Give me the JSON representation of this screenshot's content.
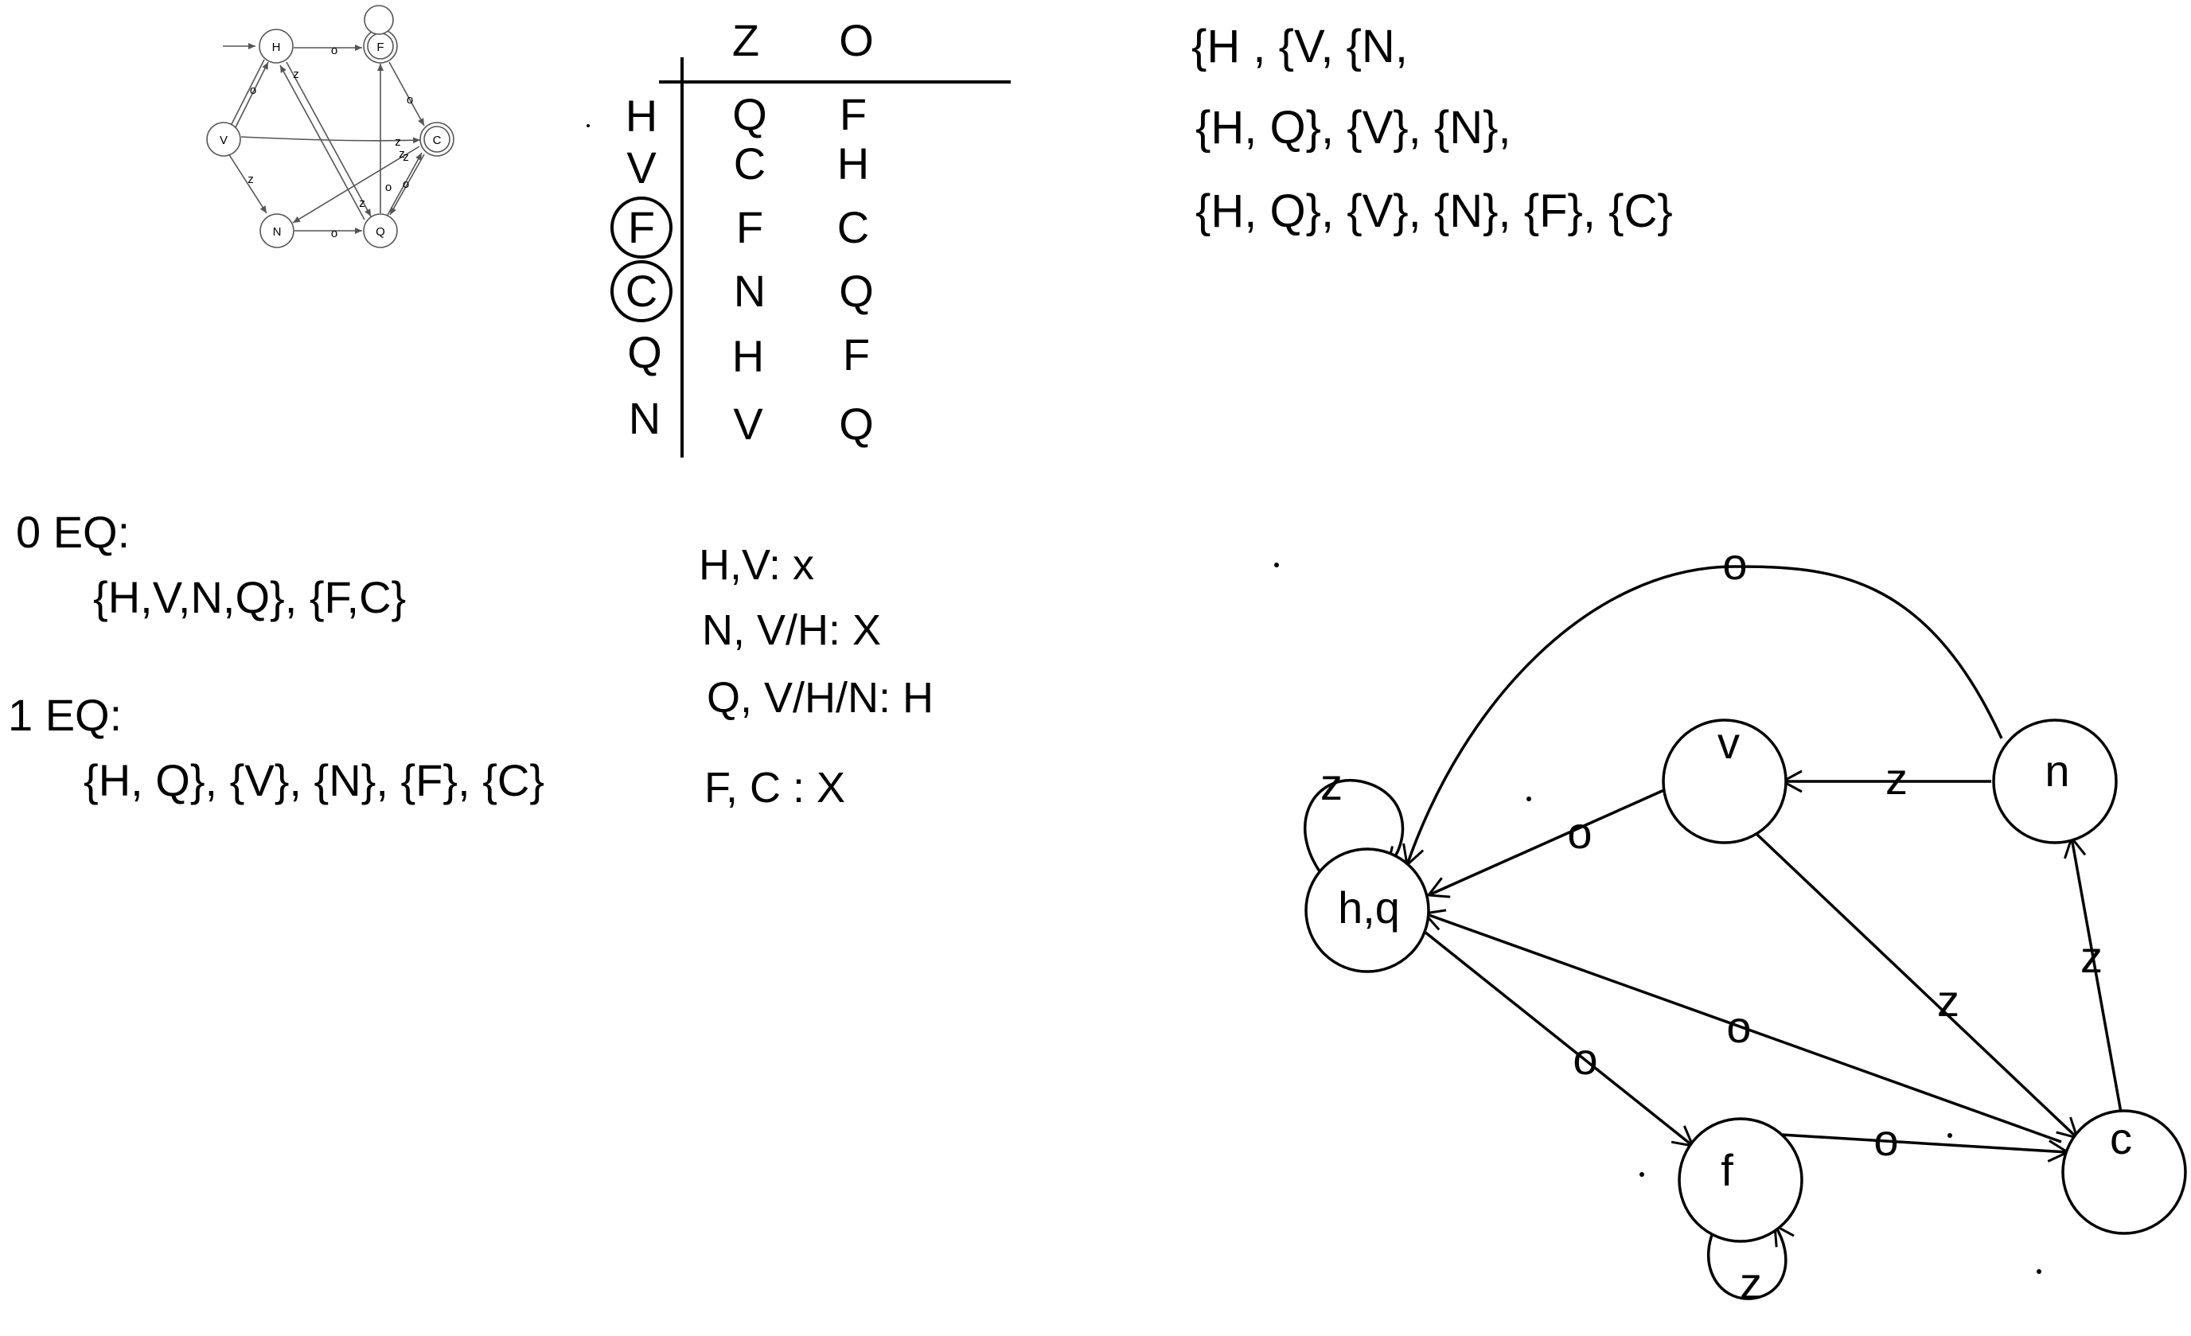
{
  "colors": {
    "ink": "#000000",
    "mini_ink": "#555555",
    "background": "#ffffff"
  },
  "mini_dfa": {
    "states": [
      {
        "id": "H",
        "label": "H",
        "start": true,
        "accepting": false
      },
      {
        "id": "F",
        "label": "F",
        "start": false,
        "accepting": true
      },
      {
        "id": "V",
        "label": "V",
        "start": false,
        "accepting": false
      },
      {
        "id": "C",
        "label": "C",
        "start": false,
        "accepting": true
      },
      {
        "id": "N",
        "label": "N",
        "start": false,
        "accepting": false
      },
      {
        "id": "Q",
        "label": "Q",
        "start": false,
        "accepting": false
      }
    ],
    "edge_labels": [
      "o",
      "o",
      "z",
      "z",
      "z",
      "z",
      "o",
      "o",
      "o",
      "o",
      "z",
      "z"
    ]
  },
  "table": {
    "columns": [
      "Z",
      "O"
    ],
    "rows": [
      {
        "state": "H",
        "z": "Q",
        "o": "F",
        "accepting": false
      },
      {
        "state": "V",
        "z": "C",
        "o": "H",
        "accepting": false
      },
      {
        "state": "F",
        "z": "F",
        "o": "C",
        "accepting": true
      },
      {
        "state": "C",
        "z": "N",
        "o": "Q",
        "accepting": true
      },
      {
        "state": "Q",
        "z": "H",
        "o": "F",
        "accepting": false
      },
      {
        "state": "N",
        "z": "V",
        "o": "Q",
        "accepting": false
      }
    ]
  },
  "partition_steps": [
    "{H , {V, {N,",
    "{H, Q}, {V}, {N},",
    "{H, Q}, {V}, {N}, {F}, {C}"
  ],
  "equivalence": {
    "eq0_title": "0 EQ:",
    "eq0_sets": "{H,V,N,Q}, {F,C}",
    "eq1_title": "1 EQ:",
    "eq1_sets": "{H, Q}, {V}, {N}, {F}, {C}"
  },
  "distinguish_notes": [
    "H,V: x",
    "N, V/H: X",
    "Q, V/H/N: H",
    "F, C : X"
  ],
  "min_dfa": {
    "states": [
      {
        "id": "hq",
        "label": "h,q"
      },
      {
        "id": "v",
        "label": "v"
      },
      {
        "id": "n",
        "label": "n"
      },
      {
        "id": "f",
        "label": "f"
      },
      {
        "id": "c",
        "label": "c"
      }
    ],
    "transitions": [
      {
        "from": "n",
        "to": "hq",
        "label": "o"
      },
      {
        "from": "n",
        "to": "v",
        "label": "z"
      },
      {
        "from": "v",
        "to": "hq",
        "label": "o"
      },
      {
        "from": "v",
        "to": "c",
        "label": "z"
      },
      {
        "from": "hq",
        "to": "hq",
        "label": "z"
      },
      {
        "from": "hq",
        "to": "f",
        "label": "o"
      },
      {
        "from": "c",
        "to": "hq",
        "label": "o"
      },
      {
        "from": "c",
        "to": "n",
        "label": "z"
      },
      {
        "from": "f",
        "to": "c",
        "label": "o"
      },
      {
        "from": "f",
        "to": "f",
        "label": "z"
      }
    ]
  }
}
